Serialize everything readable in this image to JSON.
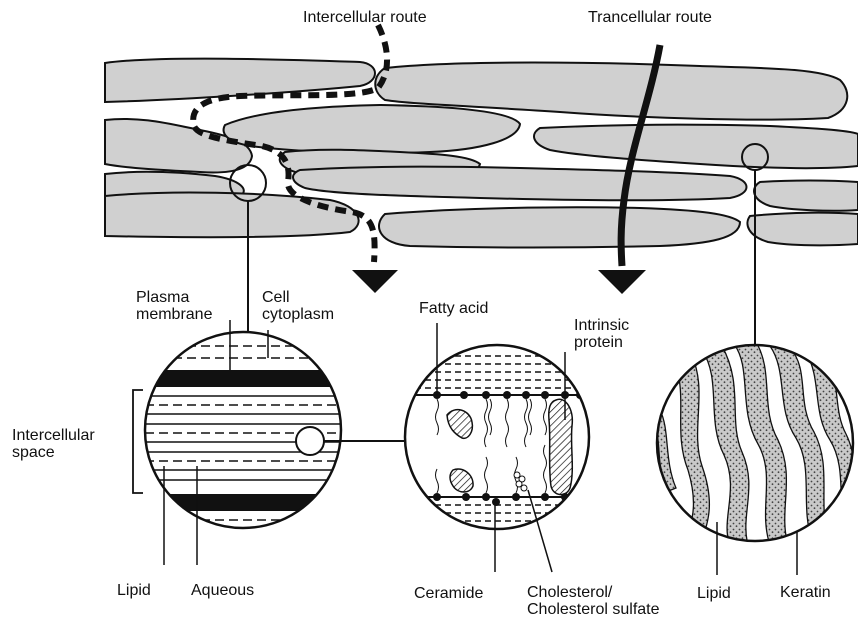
{
  "routes": {
    "intercellular": "Intercellular route",
    "transcellular": "Trancellular route"
  },
  "left_detail": {
    "plasma_line1": "Plasma",
    "plasma_line2": "membrane",
    "cyto_line1": "Cell",
    "cyto_line2": "cytoplasm",
    "space_line1": "Intercellular",
    "space_line2": "space",
    "lipid": "Lipid",
    "aqueous": "Aqueous"
  },
  "middle_detail": {
    "fatty_acid": "Fatty acid",
    "protein_line1": "Intrinsic",
    "protein_line2": "protein",
    "ceramide": "Ceramide",
    "chol_line1": "Cholesterol/",
    "chol_line2": "Cholesterol sulfate"
  },
  "right_detail": {
    "lipid": "Lipid",
    "keratin": "Keratin"
  },
  "colors": {
    "corneocyte_fill": "#d0d0d0",
    "ink": "#111111"
  }
}
